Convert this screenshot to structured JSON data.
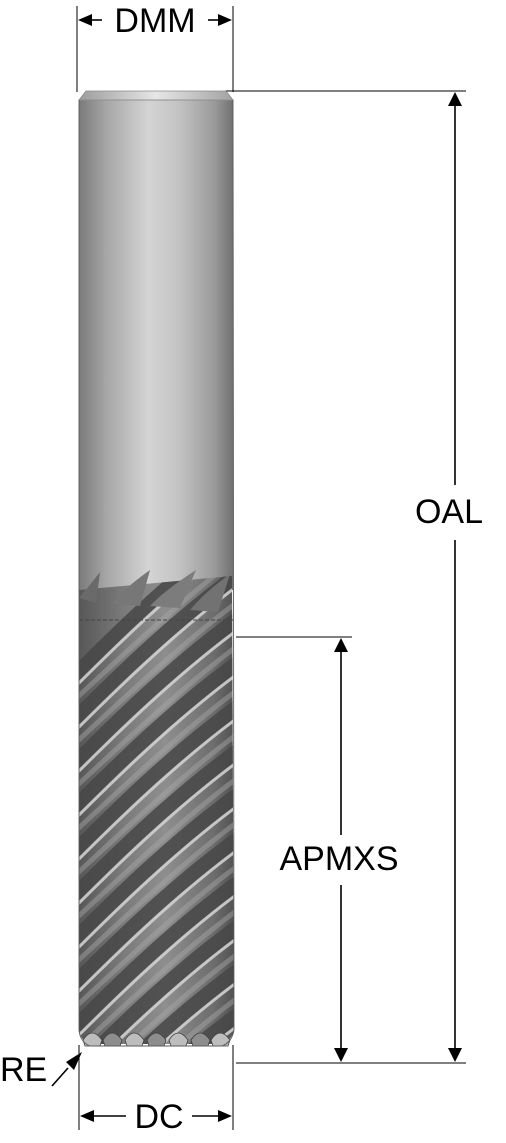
{
  "labels": {
    "dmm": "DMM",
    "oal": "OAL",
    "apmxs": "APMXS",
    "re": "RE",
    "dc": "DC"
  },
  "colors": {
    "shank_light": "#d2d2d2",
    "shank_mid": "#a9a9a9",
    "shank_dark": "#6e6e6e",
    "flute_dark": "#4a4a4a",
    "flute_light": "#c4c4c4",
    "line": "#000000"
  },
  "icons": {
    "arrowhead": "filled-triangle-arrowhead",
    "tool": "end-mill-drawing"
  }
}
